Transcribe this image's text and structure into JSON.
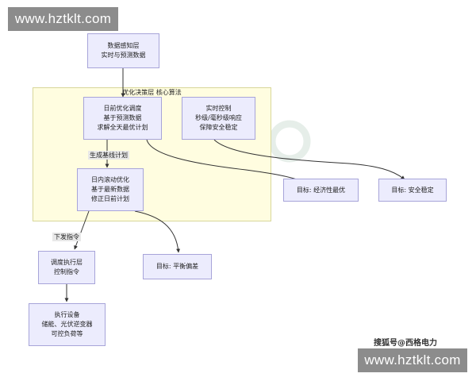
{
  "watermark": {
    "top_text": "www.hztklt.com",
    "bottom_text": "www.hztklt.com",
    "credit": "搜狐号@西格电力"
  },
  "cluster": {
    "title": "优化决策层 核心算法"
  },
  "nodes": {
    "data_layer": [
      "数据感知层",
      "实时与预测数据"
    ],
    "day_ahead": [
      "日前优化调度",
      "基于预测数据",
      "求解全天最优计划"
    ],
    "realtime": [
      "实时控制",
      "秒级/毫秒级响应",
      "保障安全稳定"
    ],
    "intraday": [
      "日内滚动优化",
      "基于最新数据",
      "修正日前计划"
    ],
    "goal_econ": [
      "目标: 经济性最优"
    ],
    "goal_safe": [
      "目标: 安全稳定"
    ],
    "goal_balance": [
      "目标: 平衡偏差"
    ],
    "dispatch": [
      "调度执行层",
      "控制指令"
    ],
    "devices": [
      "执行设备",
      "储能、光伏逆变器",
      "可控负荷等"
    ]
  },
  "edges": {
    "baseline": "生成基线计划",
    "issue": "下发指令"
  },
  "colors": {
    "node_fill": "#ececfd",
    "node_border": "#a7a4d9",
    "cluster_fill": "#fffde0",
    "cluster_border": "#d8d79a",
    "edge": "#333333",
    "watermark_bg": "#8c8c8c"
  }
}
